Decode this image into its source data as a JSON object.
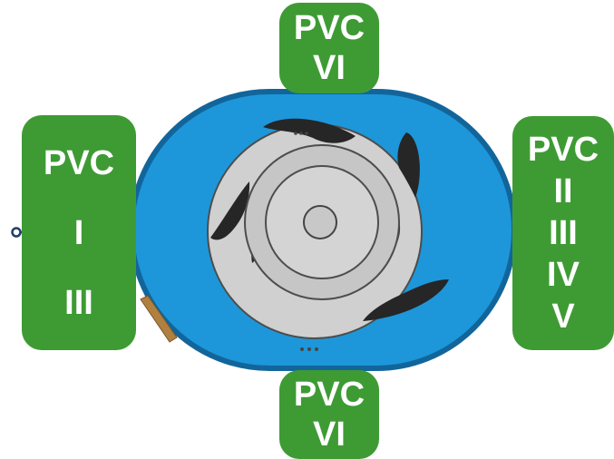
{
  "colors": {
    "label_fill": "#3e9b34",
    "label_text": "#ffffff",
    "housing_fill": "#1d97d9",
    "housing_border": "#12659b",
    "rotor_fill": "#cfcfcf",
    "rotor_stroke": "#5a5a5a",
    "vane_fill": "#262626",
    "port_detail": "#b08040"
  },
  "labels": {
    "top": [
      "PVC",
      "VI"
    ],
    "bottom": [
      "PVC",
      "VI"
    ],
    "left": [
      "PVC",
      "I",
      "III"
    ],
    "right": [
      "PVC",
      "II",
      "III",
      "IV",
      "V"
    ]
  }
}
